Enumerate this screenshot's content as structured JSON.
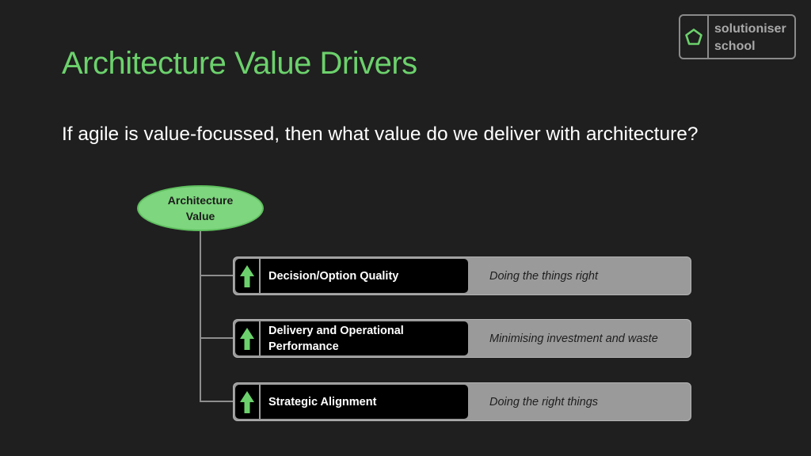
{
  "logo": {
    "line1": "solutioniser",
    "line2": "school",
    "icon": "pentagon-icon",
    "color": "#6cd16c"
  },
  "title": "Architecture Value Drivers",
  "subtitle": "If agile is value-focussed, then what value do we deliver with architecture?",
  "diagram": {
    "root": "Architecture\nValue",
    "items": [
      {
        "label": "Decision/Option Quality",
        "description": "Doing the things right",
        "icon": "up-arrow-icon"
      },
      {
        "label": "Delivery and Operational Performance",
        "description": "Minimising investment and waste",
        "icon": "up-arrow-icon"
      },
      {
        "label": "Strategic Alignment",
        "description": "Doing the right things",
        "icon": "up-arrow-icon"
      }
    ]
  },
  "colors": {
    "accent": "#6cd16c",
    "background": "#1f1f1f",
    "row_background": "#9a9a9a"
  }
}
